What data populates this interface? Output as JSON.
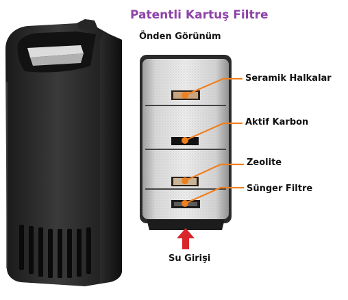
{
  "title": "Patentli Kartuş Filtre",
  "subtitle": "Önden Görünüm",
  "labels": {
    "ceramic": "Seramik Halkalar",
    "carbon": "Aktif Karbon",
    "zeolite": "Zeolite",
    "sponge": "Sünger Filtre",
    "inlet": "Su Girişi"
  },
  "colors": {
    "title": "#8e44a8",
    "callout": "#f07f1e",
    "arrow": "#d9262b",
    "housing": "#2b2b2b"
  }
}
